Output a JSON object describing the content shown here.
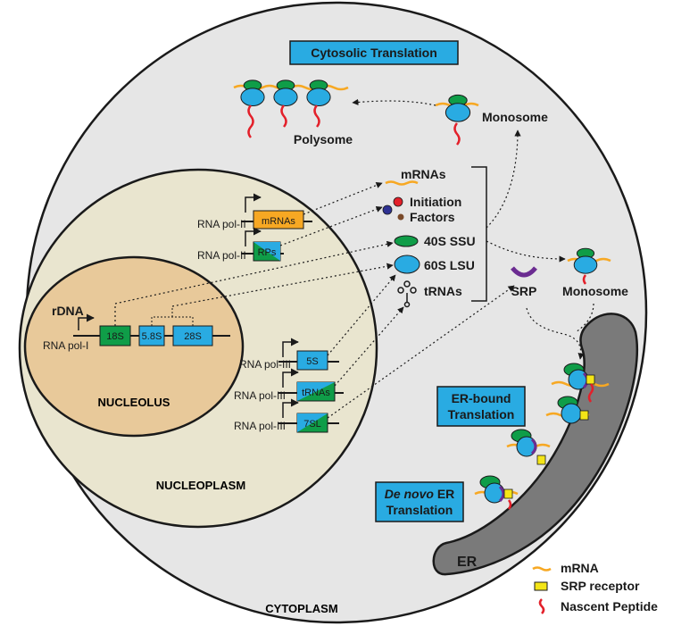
{
  "regions": {
    "cytoplasm": "CYTOPLASM",
    "nucleoplasm": "NUCLEOPLASM",
    "nucleolus": "NUCLEOLUS",
    "er": "ER"
  },
  "boxes": {
    "cytosolic": "Cytosolic Translation",
    "er_bound_line1": "ER-bound",
    "er_bound_line2": "Translation",
    "denovo_line1_italic": "De novo",
    "denovo_line1_rest": " ER",
    "denovo_line2": "Translation"
  },
  "labels": {
    "polysome": "Polysome",
    "monosome_top": "Monosome",
    "monosome_mid": "Monosome",
    "rdna": "rDNA",
    "srp": "SRP"
  },
  "pool": {
    "mrnas": "mRNAs",
    "initiation": "Initiation",
    "factors": "Factors",
    "ssu": "40S SSU",
    "lsu": "60S LSU",
    "trnas": "tRNAs"
  },
  "genes": {
    "pol2a": "RNA pol-II",
    "pol2a_box": "mRNAs",
    "pol2b": "RNA pol-II",
    "pol2b_box": "RPs",
    "pol1": "RNA pol-I",
    "rrna_18s": "18S",
    "rrna_58s": "5.8S",
    "rrna_28s": "28S",
    "pol3a": "RNA pol-III",
    "pol3a_box": "5S",
    "pol3b": "RNA pol-III",
    "pol3b_box": "tRNAs",
    "pol3c": "RNA pol-III",
    "pol3c_box": "7SL"
  },
  "legend": {
    "mrna": "mRNA",
    "srp_receptor": "SRP receptor",
    "nascent": "Nascent Peptide"
  },
  "colors": {
    "cytoplasm": "#e6e6e6",
    "nucleoplasm": "#e9e5cf",
    "nucleolus": "#e8c99a",
    "er": "#7a7a7a",
    "box_blue": "#29abe2",
    "ssu_green": "#0f9d48",
    "lsu_blue": "#29abe2",
    "mrna_orange": "#f7a823",
    "peptide_red": "#e3202a",
    "receptor_yellow": "#f4e517",
    "srp_purple": "#6b2c91",
    "gene_orange": "#f7a823"
  }
}
